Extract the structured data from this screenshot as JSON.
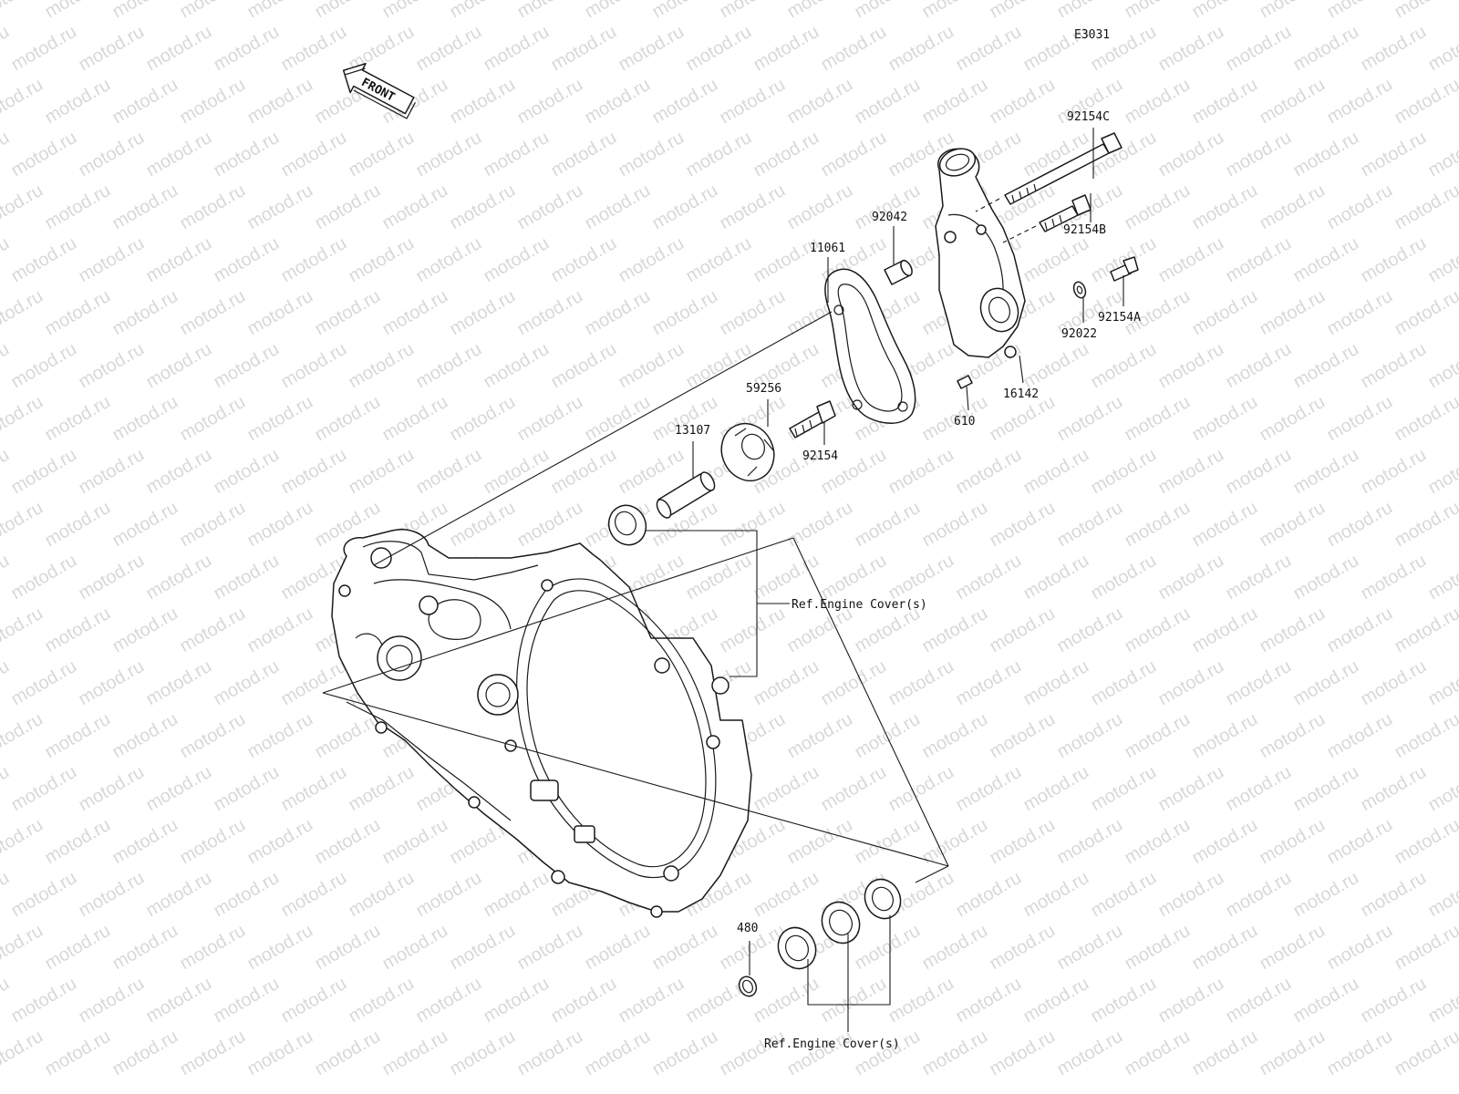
{
  "diagram_code": "E3031",
  "front_label": "FRONT",
  "watermark": "motod.ru",
  "ref_label": "Ref.Engine Cover(s)",
  "parts": {
    "p92154C": "92154C",
    "p92042": "92042",
    "p92154B": "92154B",
    "p11061": "11061",
    "p92154A": "92154A",
    "p92022": "92022",
    "p16142": "16142",
    "p610": "610",
    "p59256": "59256",
    "p13107": "13107",
    "p92154": "92154",
    "p480": "480"
  }
}
